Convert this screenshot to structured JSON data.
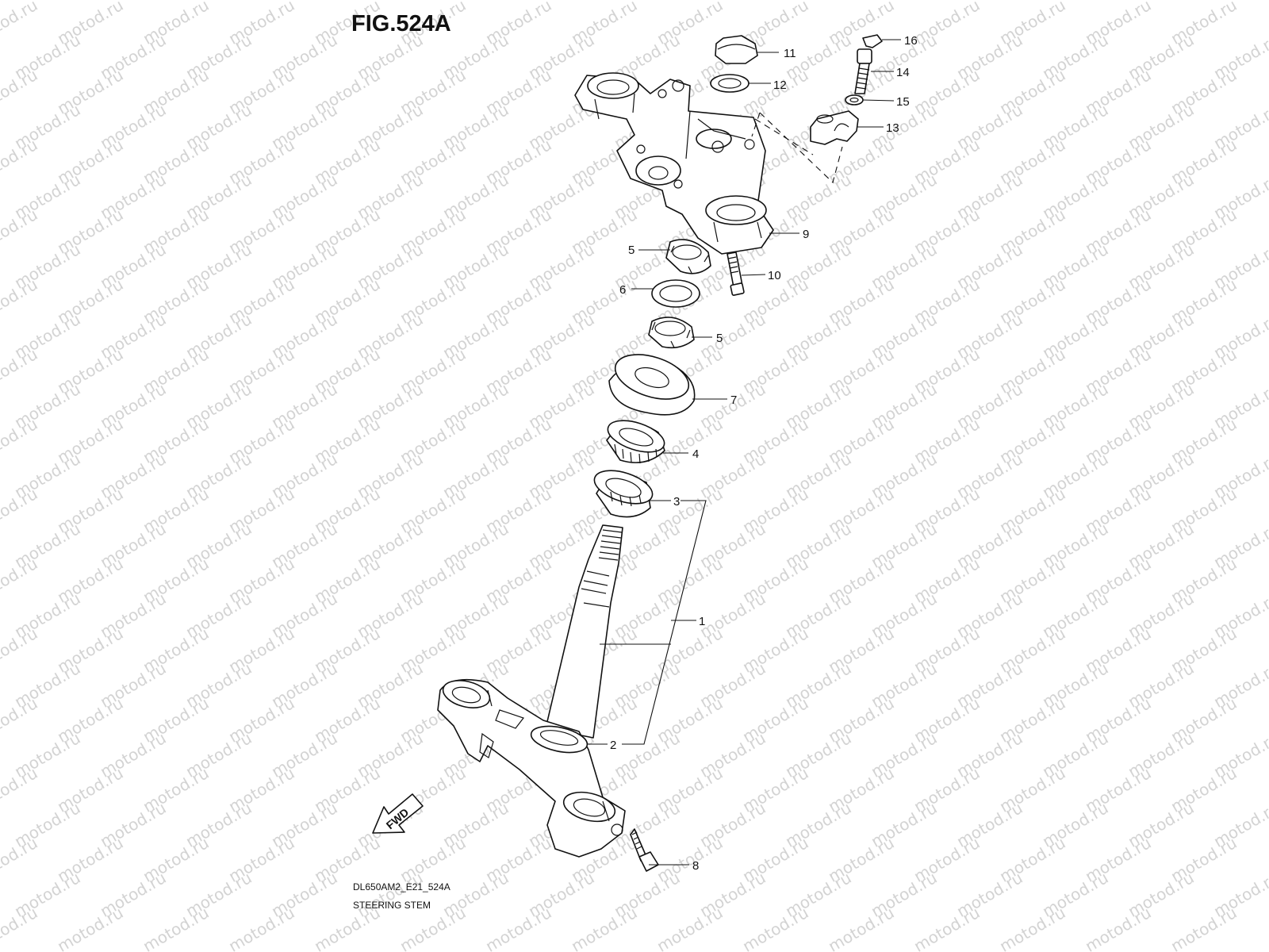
{
  "figure": {
    "title": "FIG.524A",
    "model_code": "DL650AM2_E21_524A",
    "assembly_name": "STEERING STEM",
    "fwd_label": "FWD",
    "watermark": "motod.ru"
  },
  "parts": [
    {
      "number": "1"
    },
    {
      "number": "2"
    },
    {
      "number": "3"
    },
    {
      "number": "4"
    },
    {
      "number": "5"
    },
    {
      "number": "6"
    },
    {
      "number": "7"
    },
    {
      "number": "8"
    },
    {
      "number": "9"
    },
    {
      "number": "10"
    },
    {
      "number": "11"
    },
    {
      "number": "12"
    },
    {
      "number": "13"
    },
    {
      "number": "14"
    },
    {
      "number": "15"
    },
    {
      "number": "16"
    }
  ],
  "callouts_extra": {
    "five_b": "5"
  }
}
